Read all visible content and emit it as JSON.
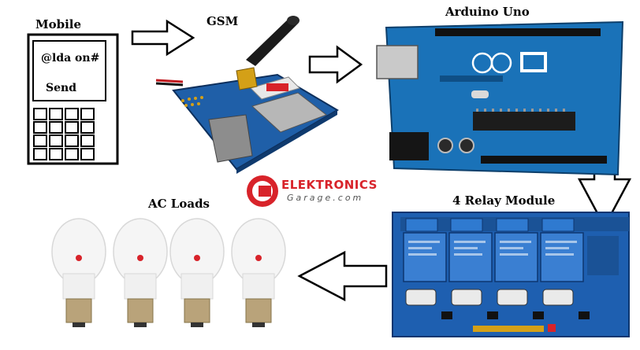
{
  "labels": {
    "mobile": "Mobile",
    "gsm": "GSM",
    "arduino": "Arduino Uno",
    "relay": "4 Relay Module",
    "loads": "AC Loads"
  },
  "phone": {
    "message": "@lda on#",
    "send": "Send"
  },
  "logo": {
    "brand": "ELEKTRONICS",
    "sub": "Garage.com"
  },
  "colors": {
    "pcb_blue": "#1f5fa8",
    "arduino_blue": "#1a72b8",
    "relay_blue": "#1e5fb0",
    "logo_red": "#d8232a",
    "bulb_base": "#b9a37a"
  }
}
